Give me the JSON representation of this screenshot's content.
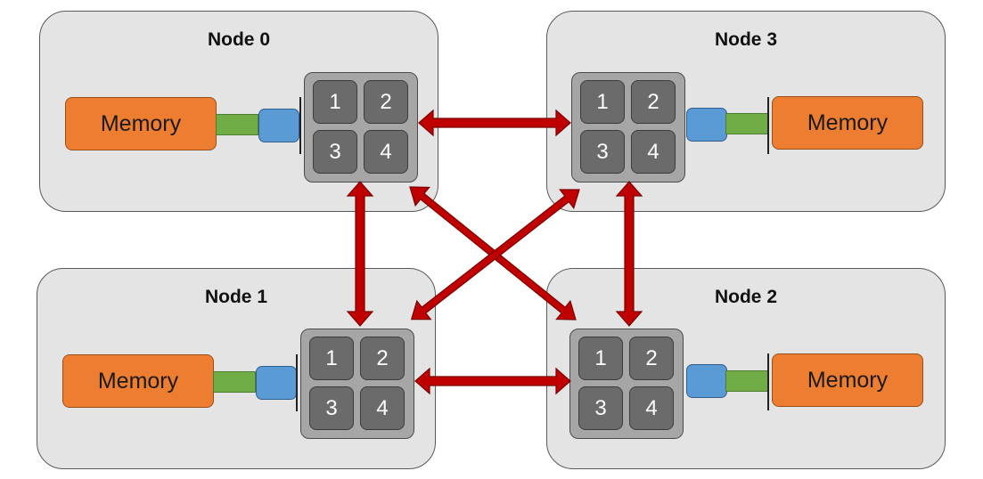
{
  "nodes": [
    {
      "title": "Node 0",
      "memory_label": "Memory",
      "cores": [
        "1",
        "2",
        "3",
        "4"
      ]
    },
    {
      "title": "Node 1",
      "memory_label": "Memory",
      "cores": [
        "1",
        "2",
        "3",
        "4"
      ]
    },
    {
      "title": "Node 2",
      "memory_label": "Memory",
      "cores": [
        "1",
        "2",
        "3",
        "4"
      ]
    },
    {
      "title": "Node 3",
      "memory_label": "Memory",
      "cores": [
        "1",
        "2",
        "3",
        "4"
      ]
    }
  ],
  "colors": {
    "node_fill": "#e4e4e4",
    "memory": "#ed7d31",
    "bus": "#70ad47",
    "controller": "#5b9bd5",
    "cpu": "#a6a6a6",
    "core": "#6b6b6b",
    "interconnect": "#c00000"
  },
  "interconnects": [
    {
      "from": "Node 0",
      "to": "Node 3"
    },
    {
      "from": "Node 0",
      "to": "Node 1"
    },
    {
      "from": "Node 0",
      "to": "Node 2"
    },
    {
      "from": "Node 3",
      "to": "Node 1"
    },
    {
      "from": "Node 3",
      "to": "Node 2"
    },
    {
      "from": "Node 1",
      "to": "Node 2"
    }
  ]
}
